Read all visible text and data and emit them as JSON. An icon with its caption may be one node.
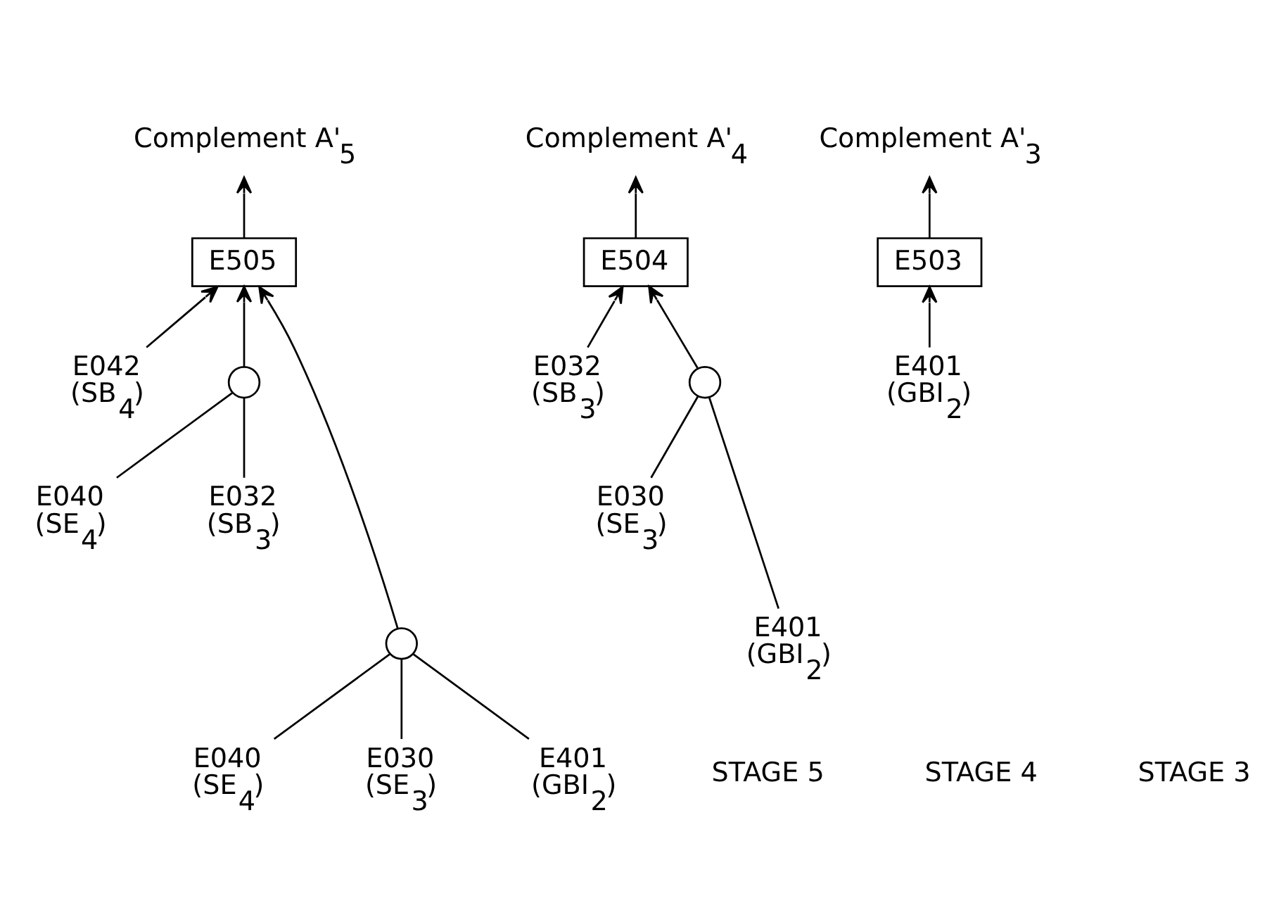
{
  "diagram": {
    "nodes": [
      {
        "text": [
          "Complement A'$_{5}$"
        ]
      },
      {
        "text": [
          "Complement A'$_{4}$"
        ]
      },
      {
        "text": [
          "Complement A'$_{3}$"
        ]
      },
      {
        "text": [
          "E042 (SB$_{4}$)"
        ]
      },
      {
        "text": [
          "E505"
        ]
      },
      {
        "text": [
          "E032 (SB$_{3}$)"
        ]
      },
      {
        "text": [
          "E504"
        ]
      },
      {
        "text": [
          "E503"
        ]
      },
      {
        "text": [],
        "shape": "circle"
      },
      {
        "text": [
          "E040 (SE$_{4}$)"
        ]
      },
      {
        "text": [
          "E032 (SB$_{3}$)"
        ]
      },
      {
        "text": [],
        "shape": "circle"
      },
      {
        "text": [
          "E030 (SE$_{3}$)"
        ]
      },
      {
        "text": [
          "E401 (GBI$_{2}$)"
        ]
      },
      {
        "text": [
          "E040 (SE$_{4}$)"
        ]
      },
      {
        "text": [],
        "shape": "circle"
      },
      {
        "text": [
          "E030 (SE$_{3}$)"
        ]
      },
      {
        "text": [
          "E401 (GBI$_{2}$)"
        ]
      },
      {
        "text": [
          "E401 (GBI$_{2}$)"
        ]
      }
    ],
    "edges": [
      {
        "from": 4,
        "to": 0,
        "arrow": "to"
      },
      {
        "from": 6,
        "to": 1,
        "arrow": "to"
      },
      {
        "from": 7,
        "to": 2,
        "arrow": "to"
      },
      {
        "from": 3,
        "to": 4,
        "arrow": "to"
      },
      {
        "from": 8,
        "to": 4,
        "arrow": "to"
      },
      {
        "from": 9,
        "to": 8,
        "arrow": "none"
      },
      {
        "from": 10,
        "to": 8,
        "arrow": "none"
      },
      {
        "from": 15,
        "to": 4,
        "arrow": "to"
      },
      {
        "from": 14,
        "to": 15,
        "arrow": "none"
      },
      {
        "from": 16,
        "to": 15,
        "arrow": "none"
      },
      {
        "from": 18,
        "to": 15,
        "arrow": "none"
      },
      {
        "from": 5,
        "to": 6,
        "arrow": "to"
      },
      {
        "from": 11,
        "to": 6,
        "arrow": "to"
      },
      {
        "from": 17,
        "to": 11,
        "arrow": "none"
      },
      {
        "from": 12,
        "to": 11,
        "arrow": "none"
      },
      {
        "from": 13,
        "to": 7,
        "arrow": "to"
      }
    ],
    "labels": [
      "STAGE 5",
      "STAGE 4",
      "STAGE 3"
    ]
  }
}
